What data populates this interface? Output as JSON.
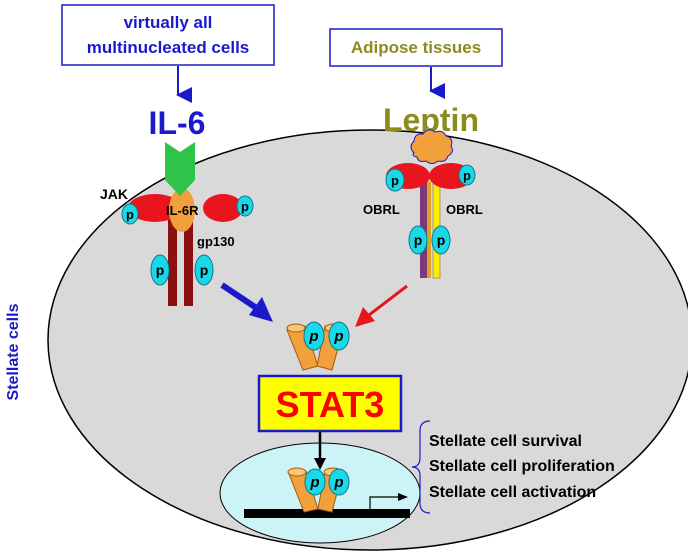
{
  "sources": {
    "left": {
      "line1": "virtually all",
      "line2": "multinucleated cells"
    },
    "right": {
      "label": "Adipose tissues"
    }
  },
  "ligands": {
    "left": "IL-6",
    "right": "Leptin"
  },
  "receptor_left": {
    "kinase": "JAK",
    "receptor": "IL-6R",
    "chain": "gp130",
    "phospho": "p"
  },
  "receptor_right": {
    "chain_left": "OBRL",
    "chain_right": "OBRL",
    "phospho": "p"
  },
  "cell_label": "Stellate cells",
  "stat": {
    "label": "STAT3",
    "phospho": "p"
  },
  "outcomes": [
    "Stellate cell survival",
    "Stellate cell proliferation",
    "Stellate cell activation"
  ],
  "colors": {
    "cell_fill": "#d9d9d9",
    "nucleus_fill": "#ccf4f7",
    "il6_blue": "#1a1acc",
    "leptin_olive": "#8c8c1e",
    "jak_red": "#e8141e",
    "phospho_cyan": "#1ad8e8",
    "receptor_orange": "#f2a03c",
    "stat_box_fill": "#ffff00",
    "stat_text": "#ff0000",
    "chain_dark_red": "#8b1010"
  }
}
